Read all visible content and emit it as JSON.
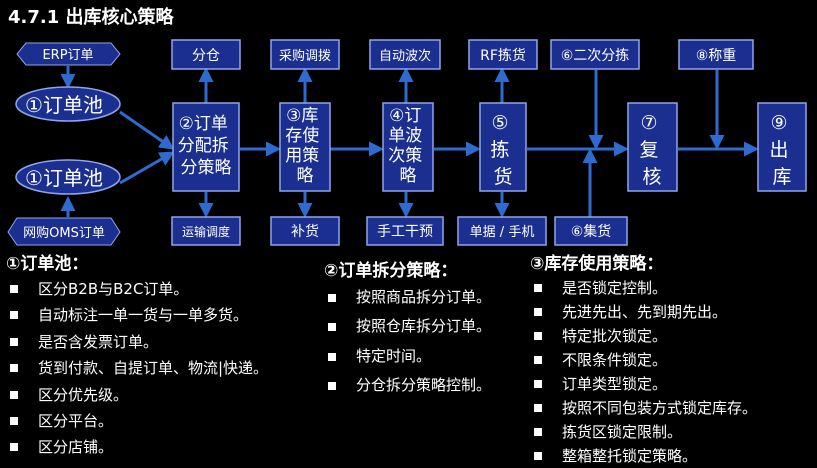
{
  "title": "4.7.1 出库核心策略",
  "colors": {
    "background": "#000000",
    "node_fill": "#1a2f8f",
    "node_border": "#8fa6ea",
    "arrow": "#2e6bd0"
  },
  "nodes": {
    "erp_order": "ERP订单",
    "oms_order": "网购OMS订单",
    "pool1": "①订单池",
    "pool2": "①订单池",
    "split": [
      "②订单",
      "分配拆",
      "分策略"
    ],
    "inventory": [
      "③库",
      "存使",
      "用策",
      "略"
    ],
    "wave": [
      "④订",
      "单波",
      "次策",
      "略"
    ],
    "pick": [
      "⑤",
      "拣",
      "货"
    ],
    "review": [
      "⑦",
      "复",
      "核"
    ],
    "ship": [
      "⑨",
      "出",
      "库"
    ],
    "warehouse_split": "分仓",
    "transport": "运输调度",
    "purchase": "采购调拨",
    "replenish": "补货",
    "auto_wave": "自动波次",
    "manual": "手工干预",
    "rf_pick": "RF拣货",
    "doc_mobile": "单据 / 手机",
    "second_sort": "⑥二次分拣",
    "collect": "⑥集货",
    "weigh": "⑧称重"
  },
  "sections": [
    {
      "heading": "①订单池：",
      "items": [
        "区分B2B与B2C订单。",
        "自动标注一单一货与一单多货。",
        "是否含发票订单。",
        "货到付款、自提订单、物流|快递。",
        "区分优先级。",
        "区分平台。",
        "区分店铺。"
      ]
    },
    {
      "heading": "②订单拆分策略：",
      "items": [
        "按照商品拆分订单。",
        "按照仓库拆分订单。",
        "特定时间。",
        "分仓拆分策略控制。"
      ]
    },
    {
      "heading": "③库存使用策略：",
      "items": [
        "是否锁定控制。",
        "先进先出、先到期先出。",
        "特定批次锁定。",
        "不限条件锁定。",
        "订单类型锁定。",
        "按照不同包装方式锁定库存。",
        "拣货区锁定限制。",
        "整箱整托锁定策略。"
      ]
    }
  ]
}
